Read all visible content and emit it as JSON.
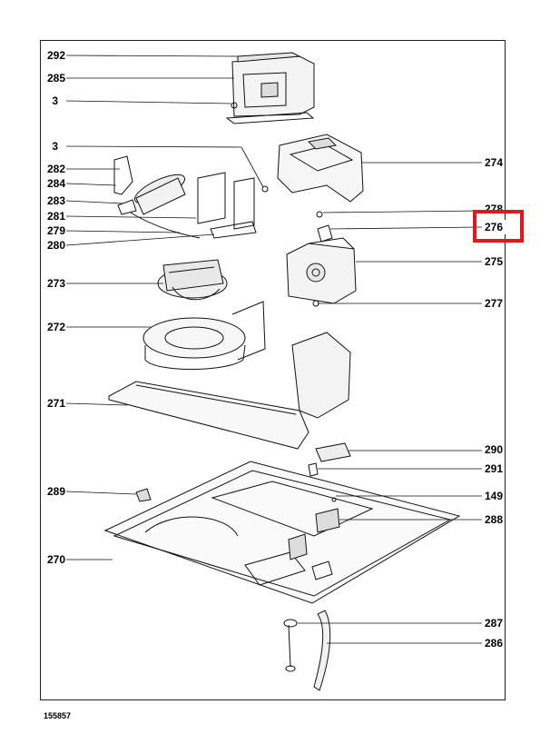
{
  "diagram": {
    "document_number": "155857",
    "highlight_color": "#e1181e",
    "callouts_left": [
      {
        "key": "c292",
        "text": "292"
      },
      {
        "key": "c285",
        "text": "285"
      },
      {
        "key": "c3a",
        "text": "3"
      },
      {
        "key": "c3b",
        "text": "3"
      },
      {
        "key": "c282",
        "text": "282"
      },
      {
        "key": "c284",
        "text": "284"
      },
      {
        "key": "c283",
        "text": "283"
      },
      {
        "key": "c281",
        "text": "281"
      },
      {
        "key": "c279",
        "text": "279"
      },
      {
        "key": "c280",
        "text": "280"
      },
      {
        "key": "c273",
        "text": "273"
      },
      {
        "key": "c272",
        "text": "272"
      },
      {
        "key": "c271",
        "text": "271"
      },
      {
        "key": "c289",
        "text": "289"
      },
      {
        "key": "c270",
        "text": "270"
      }
    ],
    "callouts_right": [
      {
        "key": "c274",
        "text": "274"
      },
      {
        "key": "c278",
        "text": "278"
      },
      {
        "key": "c276",
        "text": "276"
      },
      {
        "key": "c275",
        "text": "275"
      },
      {
        "key": "c277",
        "text": "277"
      },
      {
        "key": "c290",
        "text": "290"
      },
      {
        "key": "c291",
        "text": "291"
      },
      {
        "key": "c149",
        "text": "149"
      },
      {
        "key": "c288",
        "text": "288"
      },
      {
        "key": "c287",
        "text": "287"
      },
      {
        "key": "c286",
        "text": "286"
      }
    ]
  }
}
